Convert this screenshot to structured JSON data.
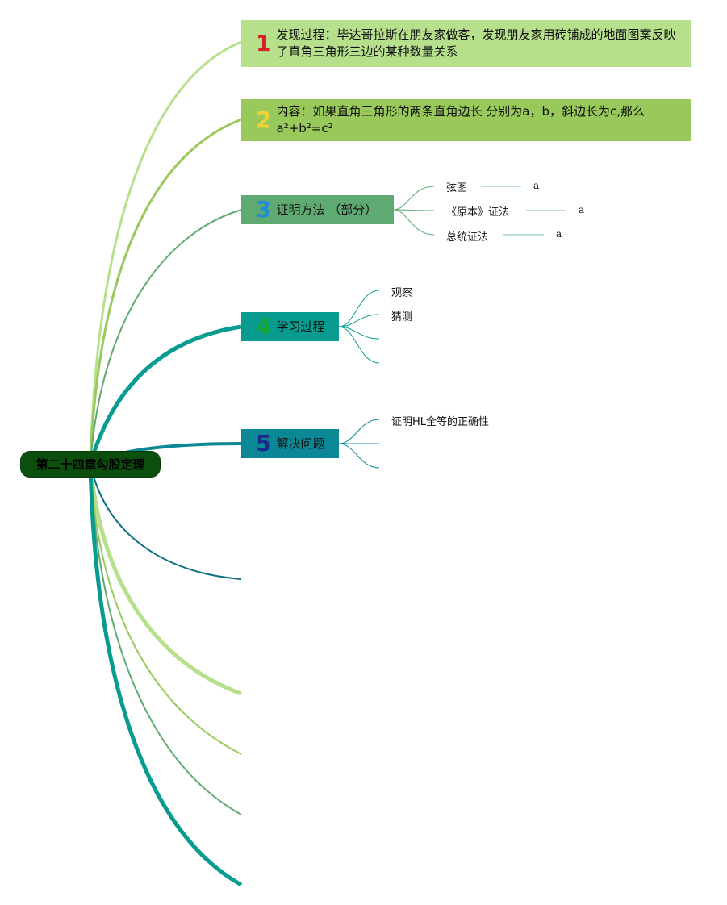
{
  "root": {
    "label": "第二十四章勾股定理"
  },
  "topics": [
    {
      "num": "1",
      "text": "发现过程：毕达哥拉斯在朋友家做客，发现朋友家用砖铺成的地面图案反映了直角三角形三边的某种数量关系"
    },
    {
      "num": "2",
      "text": "内容：如果直角三角形的两条直角边长 分别为a，b，斜边长为c,那么a²+b²=c²"
    },
    {
      "num": "3",
      "text": "证明方法 （部分）",
      "children": [
        {
          "label": "弦图",
          "value": "a"
        },
        {
          "label": "《原本》证法",
          "value": "a"
        },
        {
          "label": "总统证法",
          "value": "a"
        }
      ]
    },
    {
      "num": "4",
      "text": "学习过程",
      "children": [
        "观察",
        "猜测",
        "",
        ""
      ]
    },
    {
      "num": "5",
      "text": "解决问题",
      "children": [
        "证明HL全等的正确性",
        "",
        ""
      ]
    }
  ],
  "colors": {
    "root": "#0b4f0e",
    "topic1": "#b6e08b",
    "topic2": "#98c95a",
    "topic3": "#5faa72",
    "topic4": "#079c8f",
    "topic5": "#0c8795",
    "num1": "#d42029",
    "num2": "#f0d33a",
    "num3": "#1f8ad6",
    "num4": "#17a636",
    "num5": "#172c8d"
  }
}
